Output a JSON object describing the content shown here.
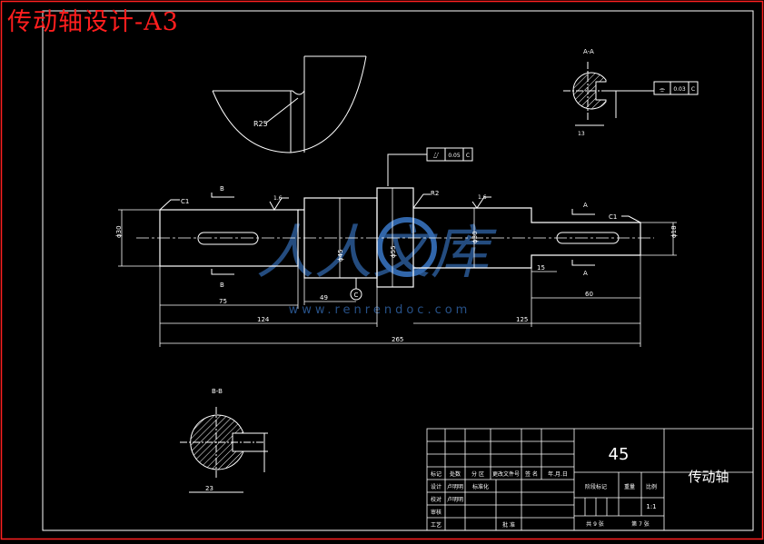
{
  "title": "传动轴设计-A3",
  "views": {
    "section_aa": "A-A",
    "section_bb": "B-B",
    "cut_b_top": "B",
    "cut_b_bottom": "B",
    "cut_a_top": "A",
    "cut_a_bottom": "A"
  },
  "tolerances": {
    "runout_top_value": "0.05",
    "runout_top_datum": "C",
    "sym_value": "0.03",
    "sym_datum": "C",
    "datum_c": "C"
  },
  "dims": {
    "r25": "R25",
    "r2": "R2",
    "c1_left": "C1",
    "c1_right": "C1",
    "rough_left": "1.6",
    "rough_right": "1.6",
    "d30_left": "ϕ30",
    "d45": "ϕ45",
    "d55": "ϕ55",
    "d30_mid": "ϕ30",
    "d18": "ϕ18",
    "l75": "75",
    "l49": "49",
    "l124": "124",
    "l125": "125",
    "l265": "265",
    "l15": "15",
    "l60": "60",
    "l13": "13",
    "l23": "23"
  },
  "watermark": {
    "brand": "人人文库",
    "url": "www.renrendoc.com"
  },
  "title_block": {
    "material": "45",
    "part_name": "传动轴",
    "scale": "1:1",
    "sheets_total": "共 9 张",
    "sheet_no": "第 7 张",
    "row_labels": [
      "标记",
      "设计",
      "校对",
      "审核",
      "工艺"
    ],
    "header_labels": [
      "处数",
      "分 区",
      "更改文件号",
      "签 名",
      "年.月.日"
    ],
    "mid_labels": [
      "标准化",
      "阶段标记",
      "重量",
      "比例"
    ],
    "designer": "卢明明",
    "checker": "卢明明",
    "approve": "批 准"
  },
  "colors": {
    "background": "#000000",
    "lines": "#ffffff",
    "frame": "#ff2020",
    "title": "#ff1e1e",
    "watermark": "#3a78c8"
  }
}
